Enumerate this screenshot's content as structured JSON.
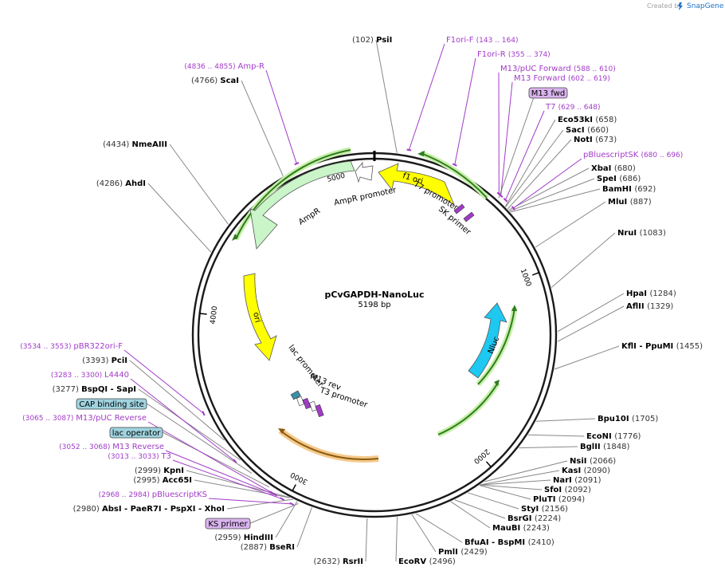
{
  "header": {
    "created_by": "Created by",
    "brand": "SnapGene"
  },
  "plasmid": {
    "name": "pCvGAPDH-NanoLuc",
    "size": "5198 bp",
    "length": 5198
  },
  "ticks": [
    {
      "pos": 1000,
      "label": "1000"
    },
    {
      "pos": 2000,
      "label": "2000"
    },
    {
      "pos": 3000,
      "label": "3000"
    },
    {
      "pos": 4000,
      "label": "4000"
    },
    {
      "pos": 5000,
      "label": "5000"
    }
  ],
  "enzymes": [
    {
      "name": "PsiI",
      "pos": "(102)",
      "bp": 102
    },
    {
      "name": "Eco53kI",
      "pos": "(658)",
      "bp": 658
    },
    {
      "name": "SacI",
      "pos": "(660)",
      "bp": 660
    },
    {
      "name": "NotI",
      "pos": "(673)",
      "bp": 673
    },
    {
      "name": "XbaI",
      "pos": "(680)",
      "bp": 680
    },
    {
      "name": "SpeI",
      "pos": "(686)",
      "bp": 686
    },
    {
      "name": "BamHI",
      "pos": "(692)",
      "bp": 692
    },
    {
      "name": "MluI",
      "pos": "(887)",
      "bp": 887
    },
    {
      "name": "NruI",
      "pos": "(1083)",
      "bp": 1083
    },
    {
      "name": "HpaI",
      "pos": "(1284)",
      "bp": 1284
    },
    {
      "name": "AflII",
      "pos": "(1329)",
      "bp": 1329
    },
    {
      "name": "KflI - PpuMI",
      "pos": "(1455)",
      "bp": 1455
    },
    {
      "name": "Bpu10I",
      "pos": "(1705)",
      "bp": 1705
    },
    {
      "name": "EcoNI",
      "pos": "(1776)",
      "bp": 1776
    },
    {
      "name": "BglII",
      "pos": "(1848)",
      "bp": 1848
    },
    {
      "name": "NsiI",
      "pos": "(2066)",
      "bp": 2066
    },
    {
      "name": "KasI",
      "pos": "(2090)",
      "bp": 2090
    },
    {
      "name": "NarI",
      "pos": "(2091)",
      "bp": 2091
    },
    {
      "name": "SfoI",
      "pos": "(2092)",
      "bp": 2092
    },
    {
      "name": "PluTI",
      "pos": "(2094)",
      "bp": 2094
    },
    {
      "name": "StyI",
      "pos": "(2156)",
      "bp": 2156
    },
    {
      "name": "BsrGI",
      "pos": "(2224)",
      "bp": 2224
    },
    {
      "name": "MauBI",
      "pos": "(2243)",
      "bp": 2243
    },
    {
      "name": "BfuAI - BspMI",
      "pos": "(2410)",
      "bp": 2410
    },
    {
      "name": "PmlI",
      "pos": "(2429)",
      "bp": 2429
    },
    {
      "name": "EcoRV",
      "pos": "(2496)",
      "bp": 2496
    },
    {
      "name": "RsrII",
      "pos": "(2632)",
      "bp": 2632
    },
    {
      "name": "BseRI",
      "pos": "(2887)",
      "bp": 2887
    },
    {
      "name": "HindIII",
      "pos": "(2959)",
      "bp": 2959
    },
    {
      "name": "AbsI - PaeR7I - PspXI - XhoI",
      "pos": "(2980)",
      "bp": 2980
    },
    {
      "name": "Acc65I",
      "pos": "(2995)",
      "bp": 2995
    },
    {
      "name": "KpnI",
      "pos": "(2999)",
      "bp": 2999
    },
    {
      "name": "BspQI - SapI",
      "pos": "(3277)",
      "bp": 3277
    },
    {
      "name": "PciI",
      "pos": "(3393)",
      "bp": 3393
    },
    {
      "name": "AhdI",
      "pos": "(4286)",
      "bp": 4286
    },
    {
      "name": "NmeAIII",
      "pos": "(4434)",
      "bp": 4434
    },
    {
      "name": "ScaI",
      "pos": "(4766)",
      "bp": 4766
    }
  ],
  "primers": [
    {
      "name": "F1ori-F",
      "pos": "(143 .. 164)",
      "bp": 153
    },
    {
      "name": "F1ori-R",
      "pos": "(355 .. 374)",
      "bp": 365
    },
    {
      "name": "M13/pUC Forward",
      "pos": "(588 .. 610)",
      "bp": 599
    },
    {
      "name": "M13 Forward",
      "pos": "(602 .. 619)",
      "bp": 610
    },
    {
      "name": "T7",
      "pos": "(629 .. 648)",
      "bp": 638
    },
    {
      "name": "pBluescriptSK",
      "pos": "(680 .. 696)",
      "bp": 688
    },
    {
      "name": "KS primer",
      "pos": "",
      "bp": 2950
    },
    {
      "name": "pBluescriptKS",
      "pos": "(2968 .. 2984)",
      "bp": 2976
    },
    {
      "name": "T3",
      "pos": "(3013 .. 3033)",
      "bp": 3023
    },
    {
      "name": "M13 Reverse",
      "pos": "(3052 .. 3068)",
      "bp": 3060
    },
    {
      "name": "M13/pUC Reverse",
      "pos": "(3065 .. 3087)",
      "bp": 3076
    },
    {
      "name": "L4440",
      "pos": "(3283 .. 3300)",
      "bp": 3291
    },
    {
      "name": "pBR322ori-F",
      "pos": "(3534 .. 3553)",
      "bp": 3543
    },
    {
      "name": "Amp-R",
      "pos": "(4836 .. 4855)",
      "bp": 4845
    }
  ],
  "boxed_labels": [
    {
      "name": "M13 fwd",
      "color": "#d9b3ee"
    },
    {
      "name": "CAP binding site",
      "color": "#9fd3df"
    },
    {
      "name": "lac operator",
      "color": "#9fd3df"
    },
    {
      "name": "KS primer",
      "color": "#d9b3ee"
    }
  ],
  "features": [
    {
      "name": "f1 ori",
      "color": "#ffff00"
    },
    {
      "name": "AmpR promoter",
      "color": "#ffffff"
    },
    {
      "name": "AmpR",
      "color": "#c9f5c9"
    },
    {
      "name": "ori",
      "color": "#ffff00"
    },
    {
      "name": "Nluc",
      "color": "#1ec8f0"
    },
    {
      "name": "T7 promoter",
      "color": "#ffffff"
    },
    {
      "name": "SK primer",
      "color": "#a23bc8"
    },
    {
      "name": "lac promoter",
      "color": "#ffffff"
    },
    {
      "name": "M13 rev",
      "color": "#ffffff"
    },
    {
      "name": "T3 promoter",
      "color": "#ffffff"
    }
  ],
  "colors": {
    "primer": "#a23bc8",
    "enzyme": "#000000",
    "backbone": "#1a1a1a",
    "green_arc": "#2f7a1f",
    "green_glow": "#c6f0a8",
    "orange_arc": "#8a5a10",
    "orange_glow": "#f5c98a"
  }
}
